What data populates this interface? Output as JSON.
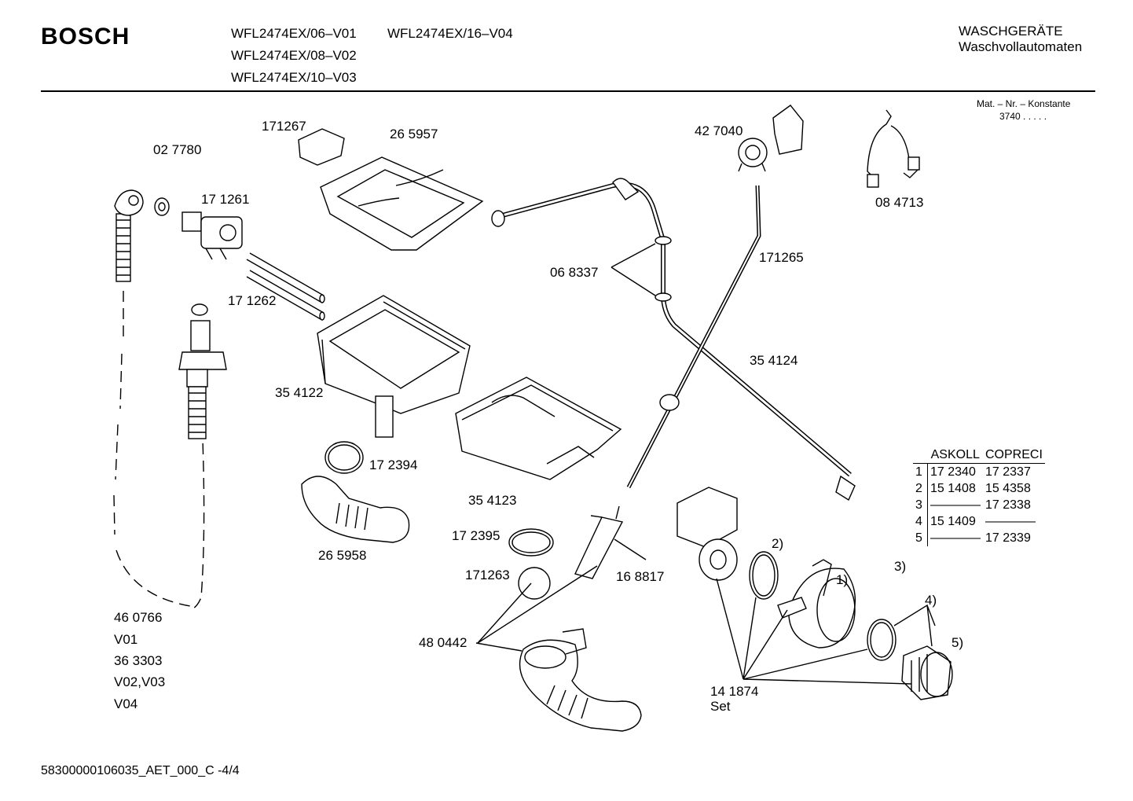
{
  "header": {
    "brand": "BOSCH",
    "models": [
      "WFL2474EX/06–V01",
      "WFL2474EX/16–V04",
      "WFL2474EX/08–V02",
      "WFL2474EX/10–V03"
    ],
    "category": "WASCHGERÄTE",
    "subcategory": "Waschvollautomaten",
    "constant_label": "Mat. – Nr. – Konstante",
    "constant_value": "3740  .  .  .  .  ."
  },
  "parts": {
    "p171267": "171267",
    "p265957": "26 5957",
    "p427040": "42 7040",
    "p027780": "02 7780",
    "p171261": "17 1261",
    "p084713": "08 4713",
    "p171265": "171265",
    "p068337": "06 8337",
    "p171262": "17 1262",
    "p354124": "35 4124",
    "p354122": "35 4122",
    "p172394": "17 2394",
    "p354123": "35 4123",
    "p265958": "26 5958",
    "p172395": "17 2395",
    "p171263": "171263",
    "p168817": "16 8817",
    "p480442": "48 0442",
    "p141874": "14 1874",
    "set": "Set",
    "p460766": "46 0766",
    "v01": "V01",
    "p363303": "36 3303",
    "v0203": "V02,V03",
    "v04": "V04",
    "m1": "1)",
    "m2": "2)",
    "m3": "3)",
    "m4": "4)",
    "m5": "5)"
  },
  "variant_table": {
    "headers": [
      "",
      "ASKOLL",
      "COPRECI"
    ],
    "rows": [
      [
        "1",
        "17 2340",
        "17 2337"
      ],
      [
        "2",
        "15 1408",
        "15 4358"
      ],
      [
        "3",
        "————",
        "17 2338"
      ],
      [
        "4",
        "15 1409",
        "————"
      ],
      [
        "5",
        "————",
        "17 2339"
      ]
    ]
  },
  "footer": "58300000106035_AET_000_C  -4/4"
}
